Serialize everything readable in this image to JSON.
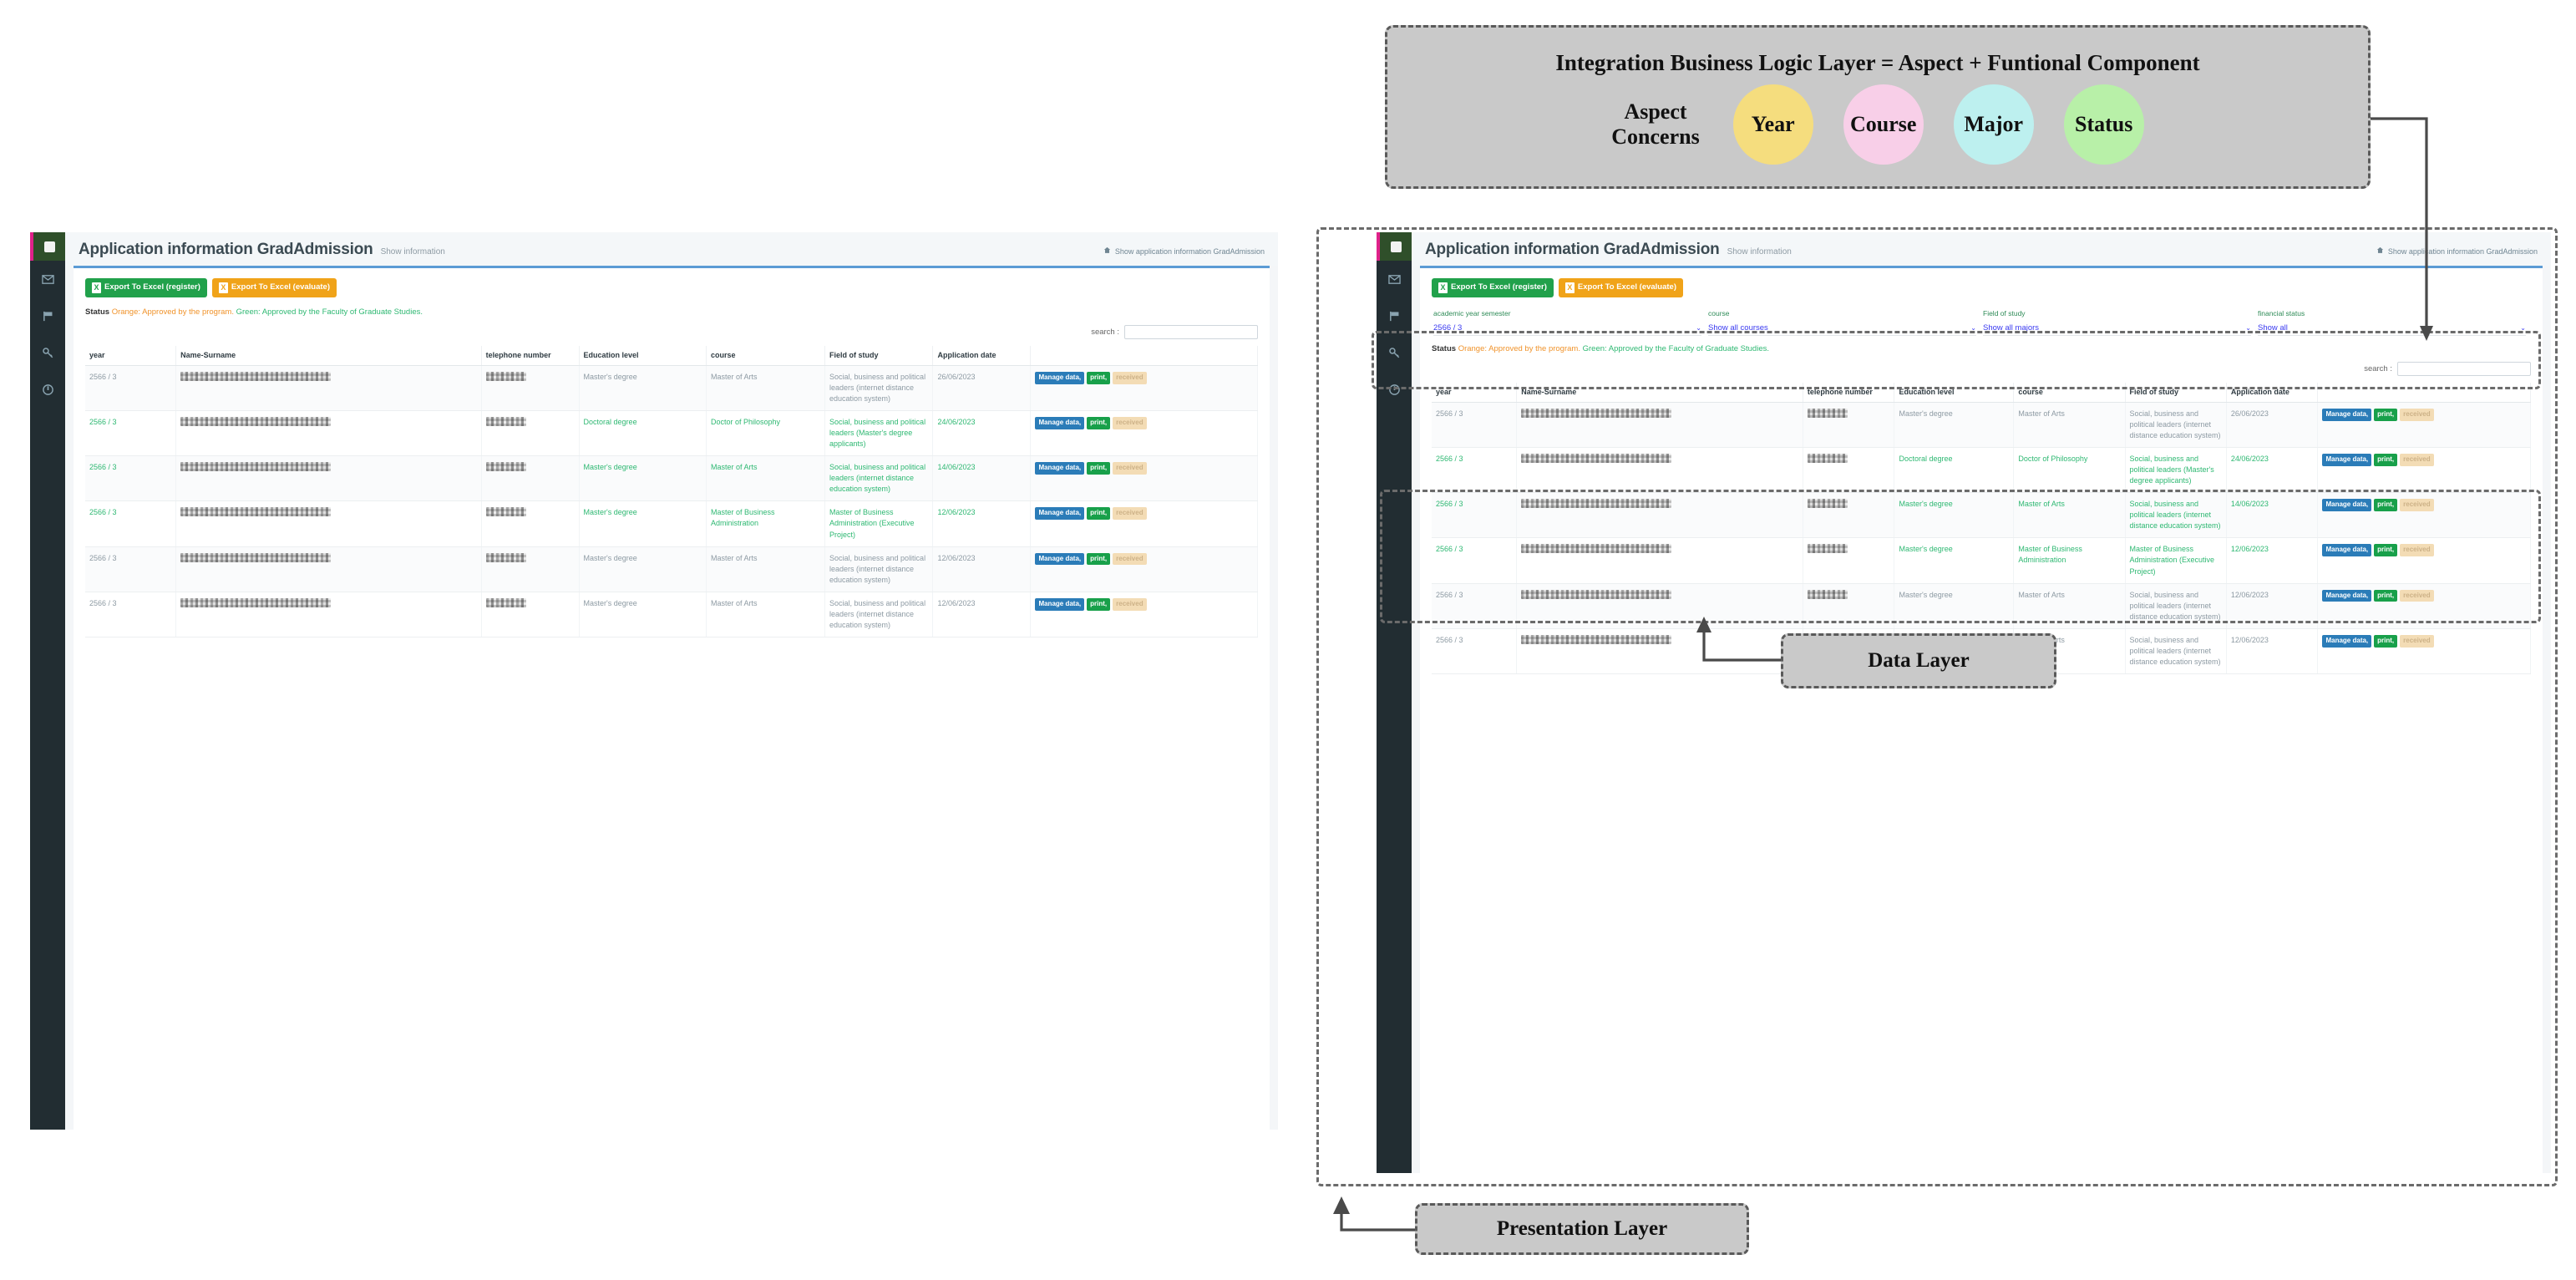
{
  "annotations": {
    "logic_layer_title": "Integration Business Logic Layer = Aspect + Funtional Component",
    "aspect_concerns_label_line1": "Aspect",
    "aspect_concerns_label_line2": "Concerns",
    "aspects": [
      {
        "label": "Year",
        "color": "#f5dd7e"
      },
      {
        "label": "Course",
        "color": "#f8cfe8"
      },
      {
        "label": "Major",
        "color": "#bdf0ef"
      },
      {
        "label": "Status",
        "color": "#b8f0a8"
      }
    ],
    "data_layer_label": "Data Layer",
    "presentation_layer_label": "Presentation Layer"
  },
  "app": {
    "title": "Application information GradAdmission",
    "subtitle": "Show information",
    "breadcrumb": "Show application information GradAdmission",
    "breadcrumb_icon": "home-icon",
    "sidebar_icons": [
      "envelope-icon",
      "flag-icon",
      "key-icon",
      "power-icon"
    ],
    "toolbar": {
      "export_register_label": "Export To Excel (register)",
      "export_evaluate_label": "Export To Excel (evaluate)",
      "export_register_color": "#21a14b",
      "export_evaluate_color": "#f0a319"
    },
    "status": {
      "label": "Status",
      "orange_text": "Orange: Approved by the program.",
      "green_text": "Green: Approved by the Faculty of Graduate Studies.",
      "orange_color": "#f0932b",
      "green_color": "#2eb872"
    },
    "search": {
      "label": "search :",
      "value": "",
      "placeholder": ""
    },
    "filters": [
      {
        "label": "academic year semester",
        "value": "2566 / 3"
      },
      {
        "label": "course",
        "value": "Show all courses"
      },
      {
        "label": "Field of study",
        "value": "Show all majors"
      },
      {
        "label": "financial status",
        "value": "Show all"
      }
    ],
    "table": {
      "columns": [
        "year",
        "Name-Surname",
        "telephone number",
        "Education level",
        "course",
        "Field of study",
        "Application date",
        ""
      ],
      "actions": {
        "manage_label": "Manage data,",
        "print_label": "print,",
        "received_label": "received"
      },
      "rows": [
        {
          "year": "2566 / 3",
          "name": "",
          "telephone": "",
          "education_level": "Master's degree",
          "course": "Master of Arts",
          "field_of_study": "Social, business and political leaders (internet distance education system)",
          "application_date": "26/06/2023",
          "approved": "program"
        },
        {
          "year": "2566 / 3",
          "name": "",
          "telephone": "",
          "education_level": "Doctoral degree",
          "course": "Doctor of Philosophy",
          "field_of_study": "Social, business and political leaders (Master's degree applicants)",
          "application_date": "24/06/2023",
          "approved": "faculty"
        },
        {
          "year": "2566 / 3",
          "name": "",
          "telephone": "",
          "education_level": "Master's degree",
          "course": "Master of Arts",
          "field_of_study": "Social, business and political leaders (internet distance education system)",
          "application_date": "14/06/2023",
          "approved": "faculty"
        },
        {
          "year": "2566 / 3",
          "name": "",
          "telephone": "",
          "education_level": "Master's degree",
          "course": "Master of Business Administration",
          "field_of_study": "Master of Business Administration (Executive Project)",
          "application_date": "12/06/2023",
          "approved": "faculty"
        },
        {
          "year": "2566 / 3",
          "name": "",
          "telephone": "",
          "education_level": "Master's degree",
          "course": "Master of Arts",
          "field_of_study": "Social, business and political leaders (internet distance education system)",
          "application_date": "12/06/2023",
          "approved": "program"
        },
        {
          "year": "2566 / 3",
          "name": "",
          "telephone": "",
          "education_level": "Master's degree",
          "course": "Master of Arts",
          "field_of_study": "Social, business and political leaders (internet distance education system)",
          "application_date": "12/06/2023",
          "approved": "program"
        }
      ]
    }
  }
}
